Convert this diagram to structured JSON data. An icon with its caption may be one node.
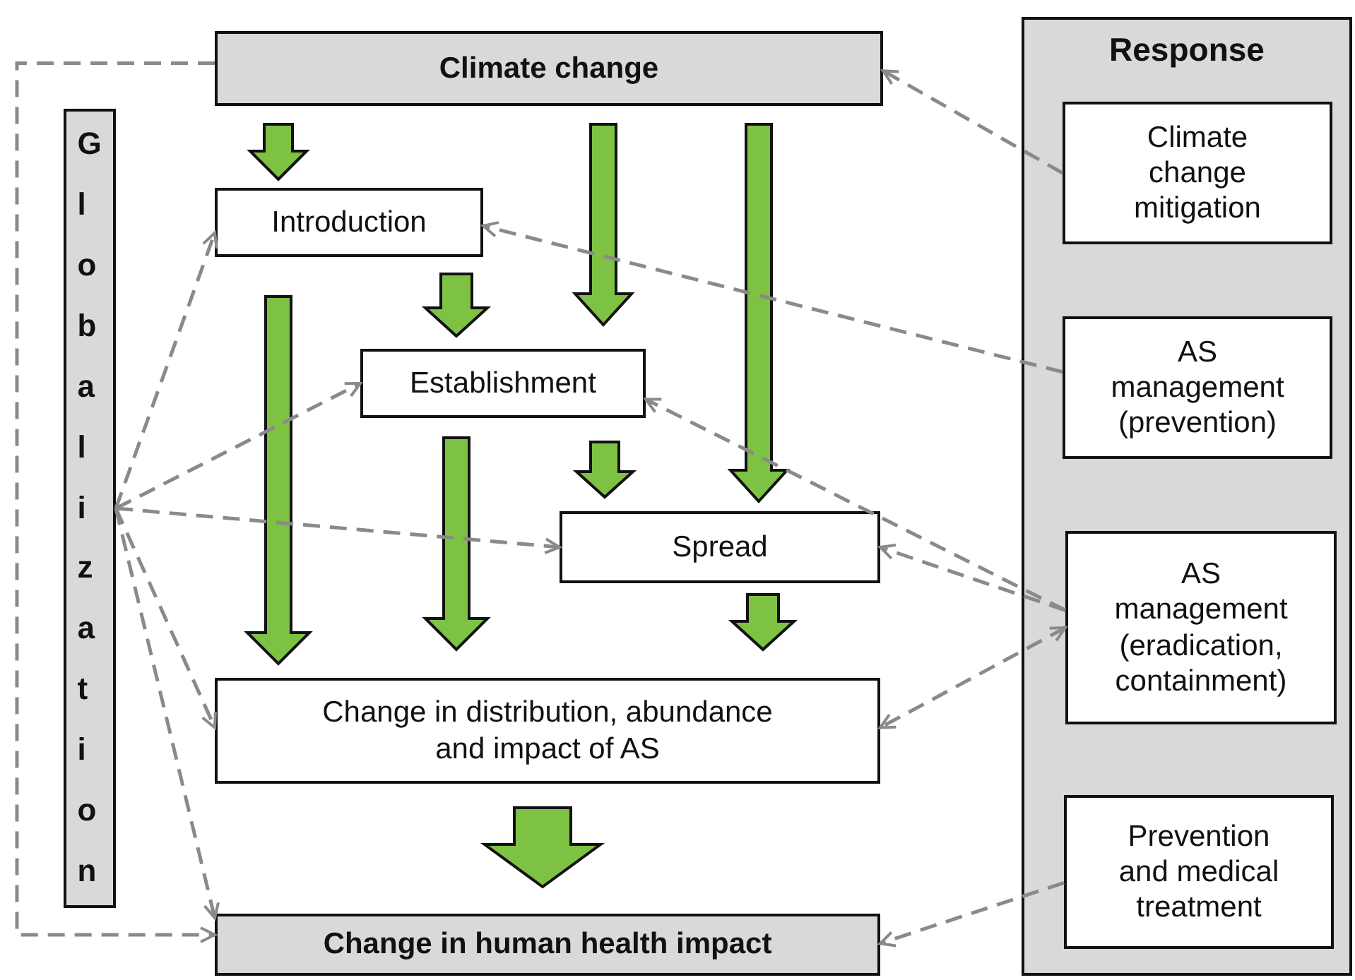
{
  "diagram": {
    "nodes": [
      {
        "text": [
          "Climate change"
        ]
      },
      {
        "text": [
          "Globalization"
        ]
      },
      {
        "text": [
          "Introduction"
        ]
      },
      {
        "text": [
          "Establishment"
        ]
      },
      {
        "text": [
          "Spread"
        ]
      },
      {
        "text": [
          "Change in distribution, abundance and impact of AS"
        ]
      },
      {
        "text": [
          "Change in human health impact"
        ]
      },
      {
        "text": [
          "Response"
        ]
      },
      {
        "text": [
          "Climate change mitigation"
        ],
        "in": 7
      },
      {
        "text": [
          "AS management (prevention)"
        ],
        "in": 7
      },
      {
        "text": [
          "AS management (eradication, containment)"
        ],
        "in": 7
      },
      {
        "text": [
          "Prevention and medical treatment"
        ],
        "in": 7
      }
    ],
    "edges": [
      {
        "from": 0,
        "to": 2,
        "arrow": "to",
        "style": "thick",
        "color": "#7dc242"
      },
      {
        "from": 0,
        "to": 3,
        "arrow": "to",
        "style": "thick",
        "color": "#7dc242"
      },
      {
        "from": 0,
        "to": 4,
        "arrow": "to",
        "style": "thick",
        "color": "#7dc242"
      },
      {
        "from": 2,
        "to": 3,
        "arrow": "to",
        "style": "thick",
        "color": "#7dc242"
      },
      {
        "from": 2,
        "to": 5,
        "arrow": "to",
        "style": "thick",
        "color": "#7dc242"
      },
      {
        "from": 3,
        "to": 5,
        "arrow": "to",
        "style": "thick",
        "color": "#7dc242"
      },
      {
        "from": 3,
        "to": 4,
        "arrow": "to",
        "style": "thick",
        "color": "#7dc242"
      },
      {
        "from": 4,
        "to": 5,
        "arrow": "to",
        "style": "thick",
        "color": "#7dc242"
      },
      {
        "from": 5,
        "to": 6,
        "arrow": "to",
        "style": "thick",
        "color": "#7dc242"
      },
      {
        "from": 0,
        "to": 6,
        "arrow": "to",
        "style": "dashed"
      },
      {
        "from": 1,
        "to": 2,
        "arrow": "to",
        "style": "dashed"
      },
      {
        "from": 1,
        "to": 3,
        "arrow": "to",
        "style": "dashed"
      },
      {
        "from": 1,
        "to": 4,
        "arrow": "to",
        "style": "dashed"
      },
      {
        "from": 1,
        "to": 5,
        "arrow": "to",
        "style": "dashed"
      },
      {
        "from": 1,
        "to": 6,
        "arrow": "to",
        "style": "dashed"
      },
      {
        "from": 8,
        "to": 0,
        "arrow": "to",
        "style": "dashed"
      },
      {
        "from": 9,
        "to": 2,
        "arrow": "to",
        "style": "dashed"
      },
      {
        "from": 10,
        "to": 3,
        "arrow": "to",
        "style": "dashed"
      },
      {
        "from": 10,
        "to": 4,
        "arrow": "to",
        "style": "dashed"
      },
      {
        "from": 10,
        "to": 5,
        "arrow": "both",
        "style": "dashed"
      },
      {
        "from": 11,
        "to": 6,
        "arrow": "to",
        "style": "dashed"
      }
    ]
  }
}
